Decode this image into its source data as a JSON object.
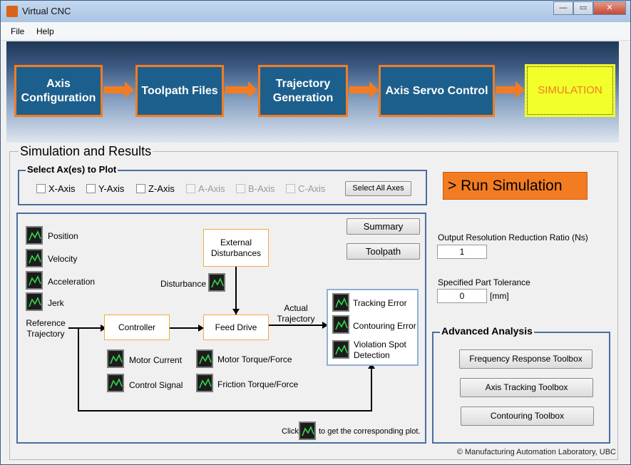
{
  "window": {
    "title": "Virtual CNC",
    "min": "—",
    "max": "▭",
    "close": "✕"
  },
  "menu": [
    "File",
    "Help"
  ],
  "steps": [
    {
      "label": "Axis Configuration"
    },
    {
      "label": "Toolpath Files"
    },
    {
      "label": "Trajectory Generation"
    },
    {
      "label": "Axis Servo Control"
    },
    {
      "label": "SIMULATION"
    }
  ],
  "panel_title": "Simulation and Results",
  "axes_group": {
    "title": "Select Ax(es) to Plot",
    "axes": [
      "X-Axis",
      "Y-Axis",
      "Z-Axis",
      "A-Axis",
      "B-Axis",
      "C-Axis"
    ],
    "select_all": "Select All Axes"
  },
  "diagram": {
    "plots_left": [
      "Position",
      "Velocity",
      "Acceleration",
      "Jerk"
    ],
    "reference": "Reference Trajectory",
    "controller": "Controller",
    "feed_drive": "Feed Drive",
    "external": "External Disturbances",
    "disturbance": "Disturbance",
    "actual": "Actual Trajectory",
    "tracking_error": "Tracking Error",
    "contouring_error": "Contouring Error",
    "violation": "Violation Spot Detection",
    "motor_current": "Motor Current",
    "control_signal": "Control Signal",
    "motor_torque": "Motor Torque/Force",
    "friction_torque": "Friction Torque/Force",
    "click": "Click",
    "click_hint": "to get the corresponding plot.",
    "summary": "Summary",
    "toolpath": "Toolpath"
  },
  "run_button": "> Run Simulation",
  "resolution": {
    "label": "Output Resolution Reduction Ratio (Ns)",
    "value": "1"
  },
  "tolerance": {
    "label": "Specified Part Tolerance",
    "value": "0",
    "unit": "[mm]"
  },
  "advanced": {
    "title": "Advanced Analysis",
    "buttons": [
      "Frequency Response Toolbox",
      "Axis Tracking Toolbox",
      "Contouring Toolbox"
    ]
  },
  "credit": "© Manufacturing Automation Laboratory, UBC",
  "colors": {
    "accent": "#f37c22",
    "step_blue": "#1d5f8c",
    "sim_yellow": "#f2ff2b"
  }
}
